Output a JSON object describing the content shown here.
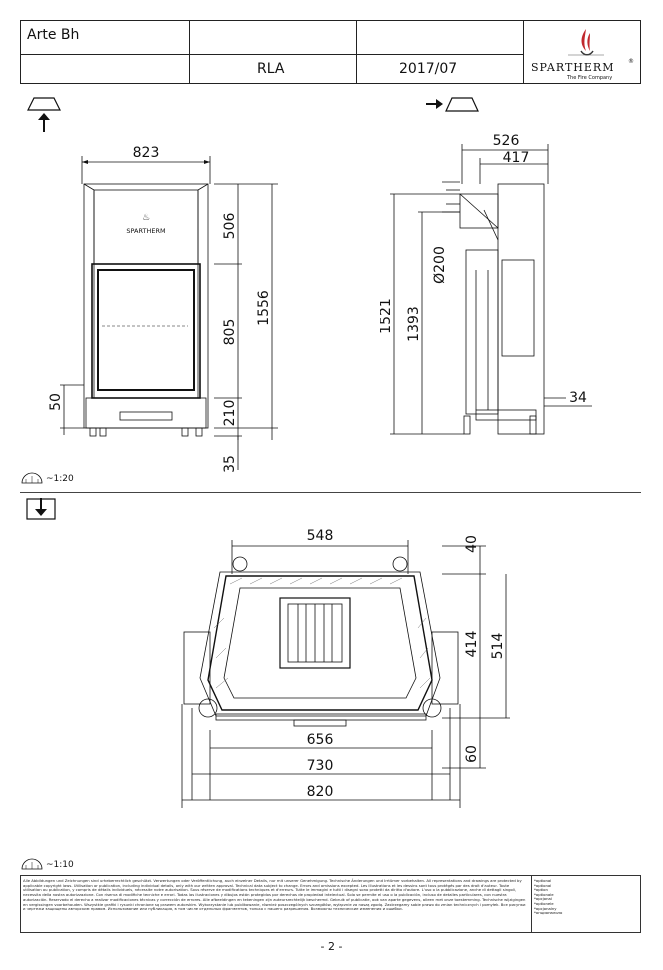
{
  "header": {
    "model": "Arte Bh",
    "variant": "RLA",
    "date": "2017/07",
    "brand": "SPARTHERM",
    "brand_sub": "The Fire Company",
    "registered": "®"
  },
  "views": {
    "front": {
      "width": "823",
      "top_height": "506",
      "door_height": "805",
      "total_height": "1556",
      "bottom_height": "210",
      "side_left": "50",
      "feet": "35",
      "logo_text": "SPARTHERM"
    },
    "side": {
      "depth": "526",
      "inner_depth": "417",
      "flue_diameter": "Ø200",
      "height_1521": "1521",
      "height_1393": "1393",
      "offset": "34"
    },
    "top": {
      "w548": "548",
      "d40": "40",
      "d414": "414",
      "d514": "514",
      "w656": "656",
      "w730": "730",
      "w820": "820",
      "d60": "60"
    }
  },
  "scales": {
    "upper": "~1:20",
    "lower": "~1:10"
  },
  "footer": {
    "disclaimer": "Alle Abbildungen und Zeichnungen sind urheberrechtlich geschützt. Verwertungen oder Veröffentlichung, auch einzelner Details, nur mit unserer Genehmigung. Technische Änderungen und Irrtümer vorbehalten. All representations and drawings are protected by applicable copyright laws. Utilisation or publication, including individual details, only with our written approval. Technical data subject to change. Errors and omissions excepted. Les illustrations et les dessins sont tous protégés par des droit d'auteur. Toute utilisation ou publication, y compris de détails individuels, nécessite notre autorisation. Sous réserve de modifications techniques et d'erreurs. Tutte le immagini e tutti i disegni sono protetti da diritto d'autore. L'uso o la pubblicazione, anche di dettagli singoli, necessita della nostra autorizzazione. Con riserva di modifiche tecniche e errori. Todas las ilustraciones y dibujos están protegidos por derechos de propiedad intelectual. Solo se permite el uso o la publicación, incluso de detalles particulares, con nuestra autorización. Reservado el derecho a realizar modificaciones técnicas y corrección de errores. Alle afbeeldingen en tekeningen zijn auteursrechtelijk beschermd. Gebruik of publicatie, ook van aparte gegevens, alleen met onze toestemming. Technische wijzigingen en vergissingen voorbehouden. Wszystkie grafiki i rysunki chronione są prawem autorskim. Wykorzystanie lub publikowanie, również poszczególnych szczegółów, wyłącznie za naszą zgodą. Zastrzegamy sobie prawo do zmian technicznych i pomyłek. Все рисунки и чертежи защищены авторским правом. Использование или публикация, в том числе отдельных фрагментов, только с нашего разрешения. Возможны технические изменения и ошибки.",
    "optional": [
      "*optional",
      "*optional",
      "*option",
      "*optionale",
      "*opcjonal",
      "*optionele",
      "*opcjonalny",
      "*опционально"
    ]
  },
  "page_number": "- 2 -"
}
